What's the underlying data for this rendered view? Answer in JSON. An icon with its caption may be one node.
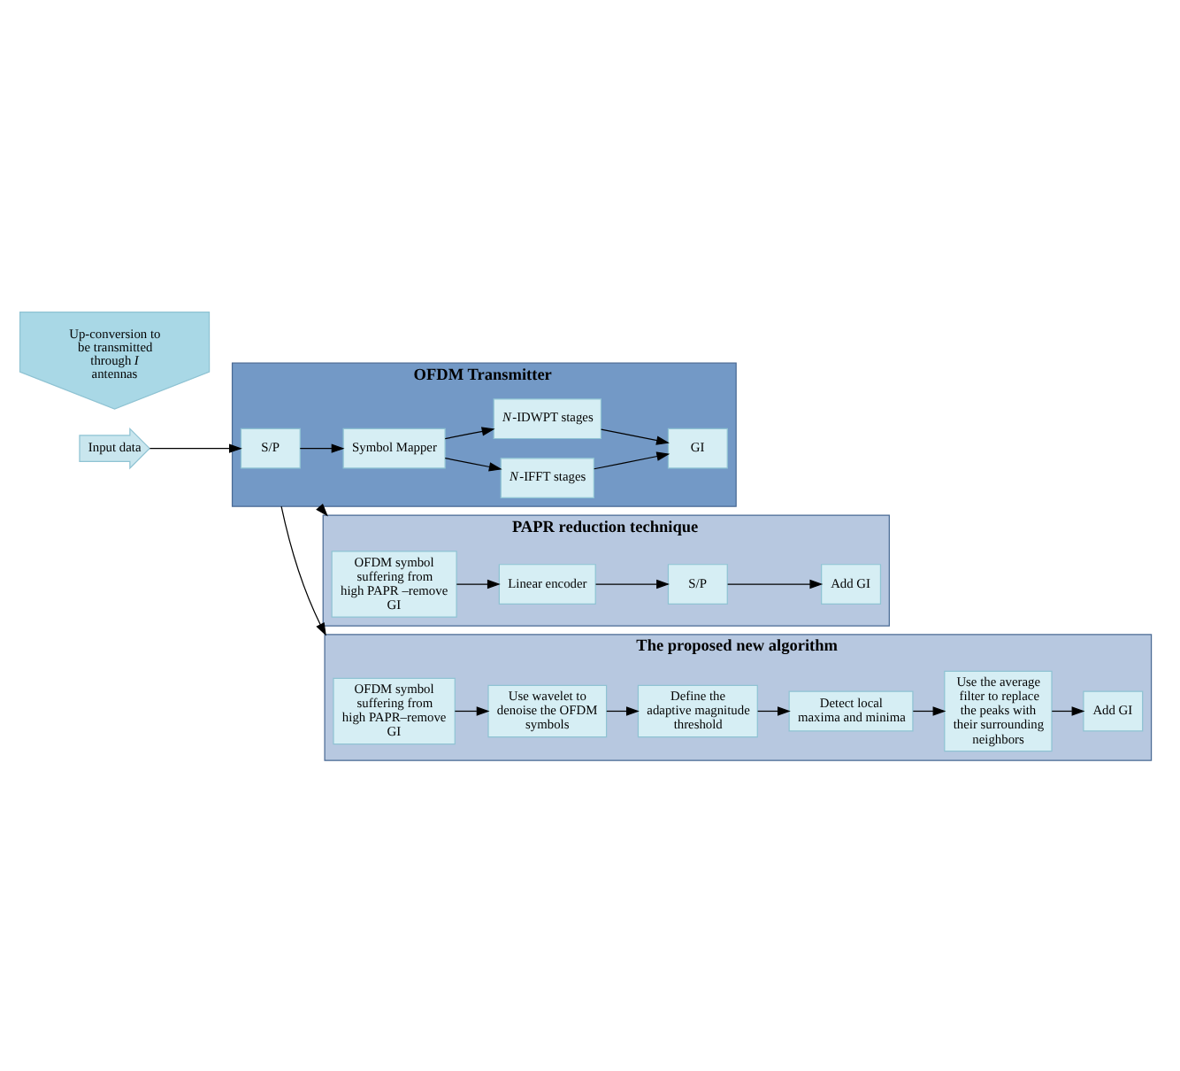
{
  "diagram": {
    "nodes": [
      {
        "text": [
          "OFDM Transmitter"
        ]
      },
      {
        "text": [
          "Input data"
        ]
      },
      {
        "text": [
          "S/P"
        ],
        "in": 0
      },
      {
        "text": [
          "Symbol Mapper"
        ],
        "in": 0
      },
      {
        "text": [
          "*N*-IFFT stages"
        ],
        "in": 0
      },
      {
        "text": [
          "*N*-IDWPT stages"
        ],
        "in": 0
      },
      {
        "text": [
          "GI"
        ],
        "in": 0
      },
      {
        "text": [
          "PAPR reduction technique"
        ]
      },
      {
        "text": [
          "OFDM symbol suffering from high PAPR –remove GI"
        ],
        "in": 7
      },
      {
        "text": [
          "Linear encoder"
        ],
        "in": 7
      },
      {
        "text": [
          "S/P"
        ],
        "in": 7
      },
      {
        "text": [
          "Add GI"
        ],
        "in": 7
      },
      {
        "text": [
          "The proposed new algorithm"
        ]
      },
      {
        "text": [
          "OFDM symbol suffering from high PAPR–remove GI"
        ],
        "in": 12
      },
      {
        "text": [
          "Use wavelet to denoise the OFDM symbols"
        ],
        "in": 12
      },
      {
        "text": [
          "Define the adaptive magnitude threshold"
        ],
        "in": 12
      },
      {
        "text": [
          "Detect local maxima and minima"
        ],
        "in": 12
      },
      {
        "text": [
          "Use the average filter to replace the peaks with their surrounding neighbors"
        ],
        "in": 12
      },
      {
        "text": [
          "Add GI"
        ],
        "in": 12
      },
      {
        "text": [
          "Up-conversion to be transmitted through *I* antennas"
        ]
      }
    ],
    "edges": [
      {
        "from": 1,
        "to": 2,
        "arrow": "to"
      },
      {
        "from": 2,
        "to": 3,
        "arrow": "to"
      },
      {
        "from": 3,
        "to": 4,
        "arrow": "to"
      },
      {
        "from": 3,
        "to": 5,
        "arrow": "to"
      },
      {
        "from": 4,
        "to": 6,
        "arrow": "to"
      },
      {
        "from": 5,
        "to": 6,
        "arrow": "to"
      },
      {
        "from": 0,
        "to": 7,
        "arrow": "to"
      },
      {
        "from": 0,
        "to": 12,
        "arrow": "to"
      },
      {
        "from": 8,
        "to": 9,
        "arrow": "to"
      },
      {
        "from": 9,
        "to": 10,
        "arrow": "to"
      },
      {
        "from": 10,
        "to": 11,
        "arrow": "to"
      },
      {
        "from": 13,
        "to": 14,
        "arrow": "to"
      },
      {
        "from": 14,
        "to": 15,
        "arrow": "to"
      },
      {
        "from": 15,
        "to": 16,
        "arrow": "to"
      },
      {
        "from": 16,
        "to": 17,
        "arrow": "to"
      },
      {
        "from": 17,
        "to": 18,
        "arrow": "to"
      }
    ]
  }
}
